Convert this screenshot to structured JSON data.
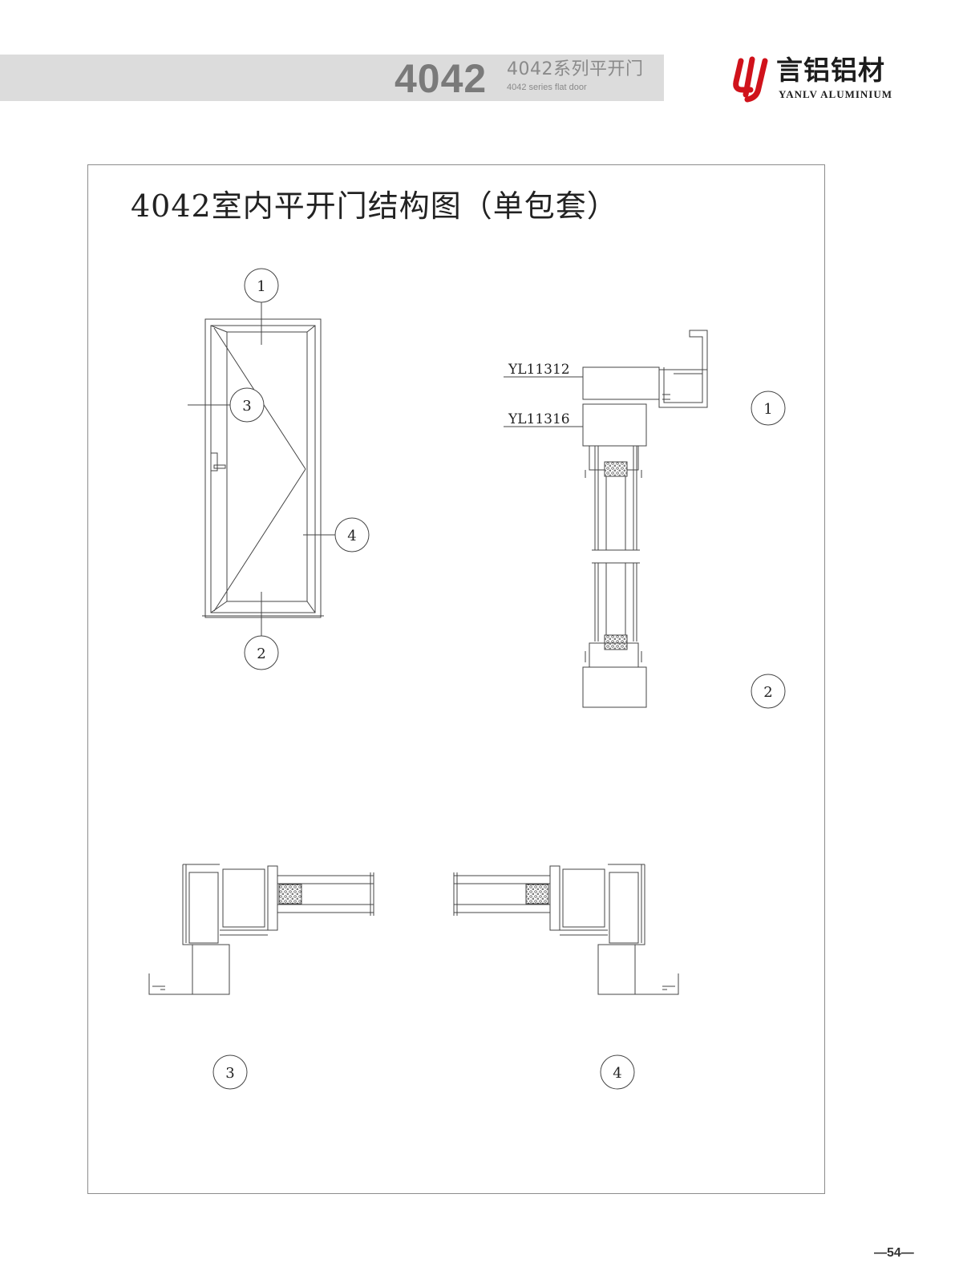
{
  "header": {
    "series_code": "4042",
    "series_title_cn": "4042系列平开门",
    "series_title_en": "4042 series flat door"
  },
  "brand": {
    "name_cn": "言铝铝材",
    "name_en": "YANLV ALUMINIUM",
    "logo_color": "#d0121b"
  },
  "drawing": {
    "title": "4042室内平开门结构图（单包套）",
    "callouts": {
      "c1": "1",
      "c2": "2",
      "c3": "3",
      "c4": "4"
    },
    "profile_labels": {
      "top_frame": "YL11312",
      "top_sash": "YL11316"
    }
  },
  "page_number": "—54—"
}
